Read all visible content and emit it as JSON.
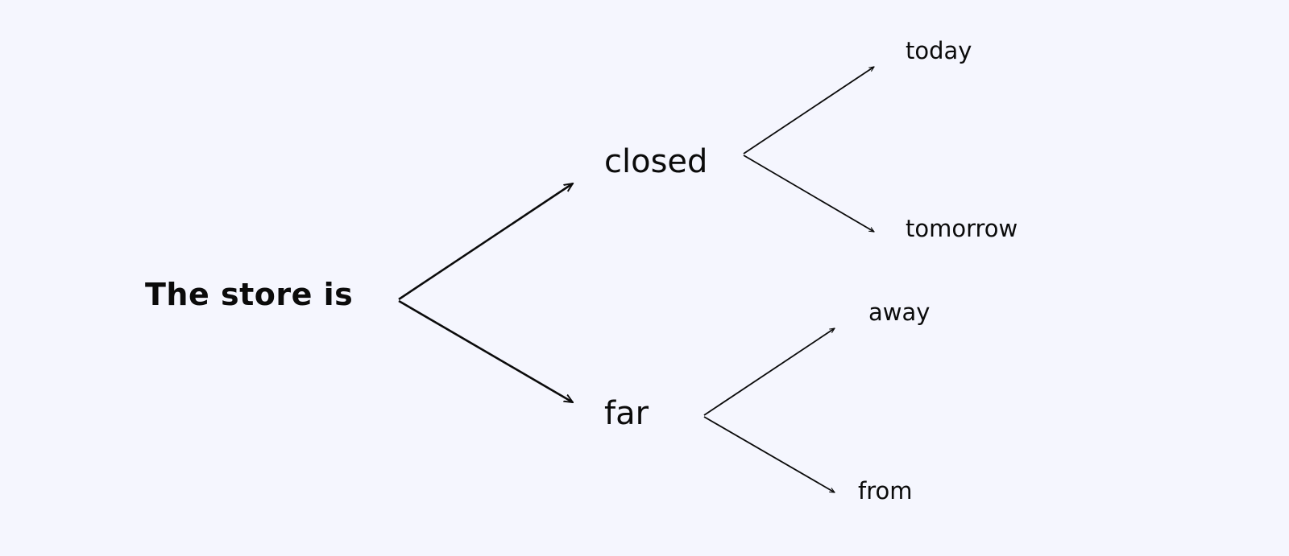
{
  "tree": {
    "root": "The store is",
    "branches": [
      {
        "word": "closed",
        "next": [
          "today",
          "tomorrow"
        ]
      },
      {
        "word": "far",
        "next": [
          "away",
          "from"
        ]
      }
    ]
  },
  "colors": {
    "background": "#f5f6fe",
    "text": "#0b0b0b",
    "arrow": "#0b0b0b"
  }
}
